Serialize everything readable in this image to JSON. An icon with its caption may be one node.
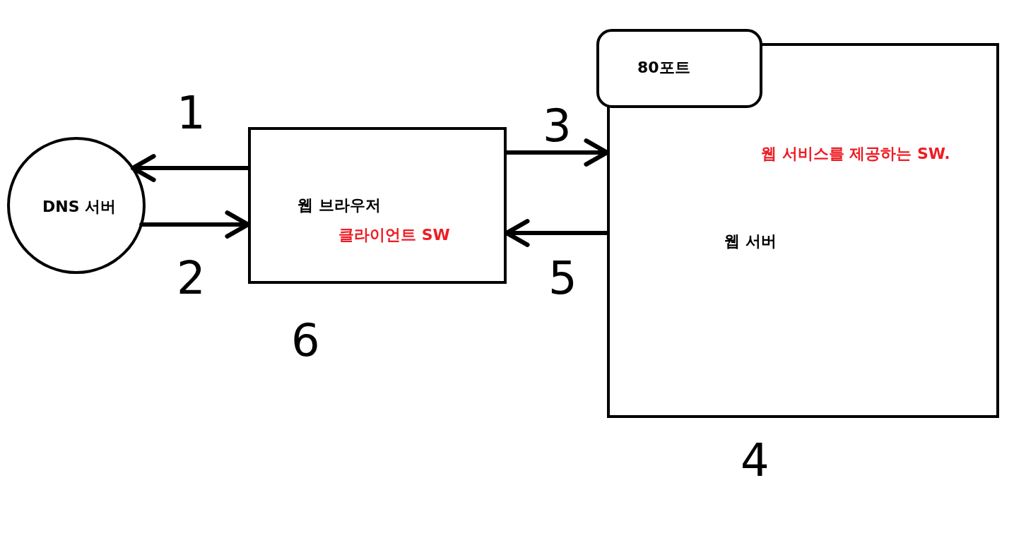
{
  "diagram": {
    "nodes": [
      {
        "text": [
          "DNS 서버"
        ]
      },
      {
        "text": [
          "웹 브라우저",
          "클라이언트 SW"
        ],
        "beside": [
          "6"
        ]
      },
      {
        "text": [
          "웹 서비스를 제공하는 SW.",
          "웹 서버"
        ],
        "beside": [
          "4"
        ]
      },
      {
        "text": [
          "80포트"
        ]
      }
    ],
    "edges": [
      {
        "from": 1,
        "to": 0,
        "arrow": "to",
        "label": "1"
      },
      {
        "from": 0,
        "to": 1,
        "arrow": "to",
        "label": "2"
      },
      {
        "from": 1,
        "to": 2,
        "arrow": "to",
        "label": "3"
      },
      {
        "from": 2,
        "to": 1,
        "arrow": "to",
        "label": "5"
      }
    ]
  }
}
